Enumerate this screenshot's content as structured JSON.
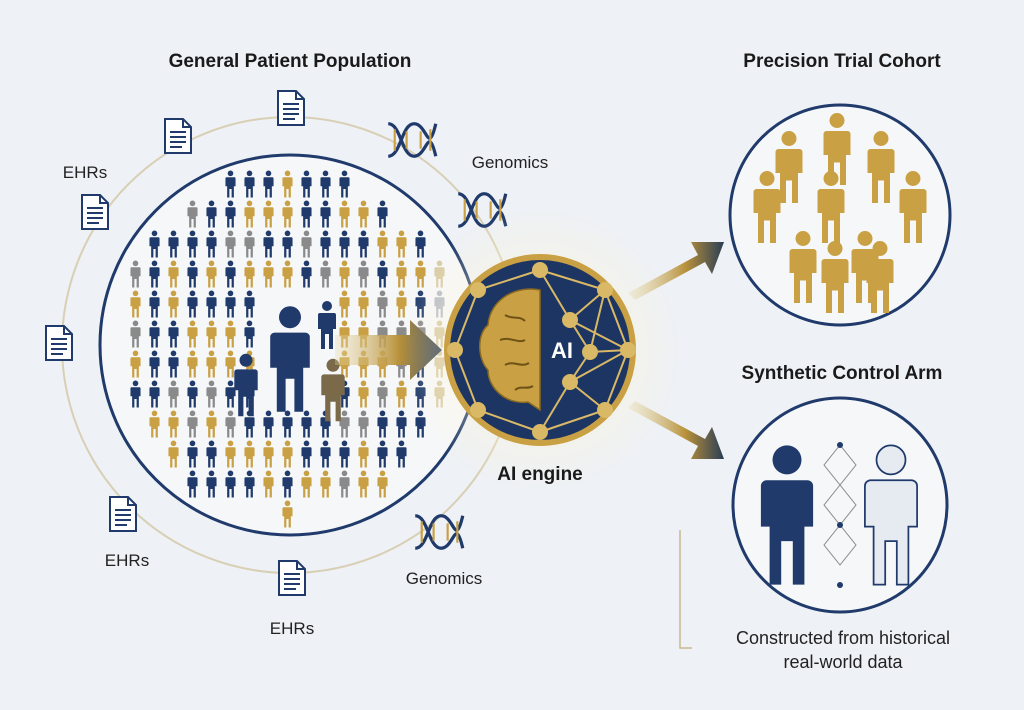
{
  "population": {
    "title": "General Patient Population"
  },
  "sources": {
    "ehr_labels": [
      "EHRs",
      "EHRs",
      "EHRs"
    ],
    "genomics_labels": [
      "Genomics",
      "Genomics"
    ]
  },
  "engine": {
    "badge": "AI",
    "label": "AI engine"
  },
  "cohort": {
    "title": "Precision Trial Cohort"
  },
  "control": {
    "title": "Synthetic Control Arm",
    "caption_line1": "Constructed from historical",
    "caption_line2": "real-world data"
  },
  "colors": {
    "navy": "#1f3a6b",
    "gold": "#c9a043",
    "gray": "#8a8a8a",
    "background": "#eef1f5"
  }
}
